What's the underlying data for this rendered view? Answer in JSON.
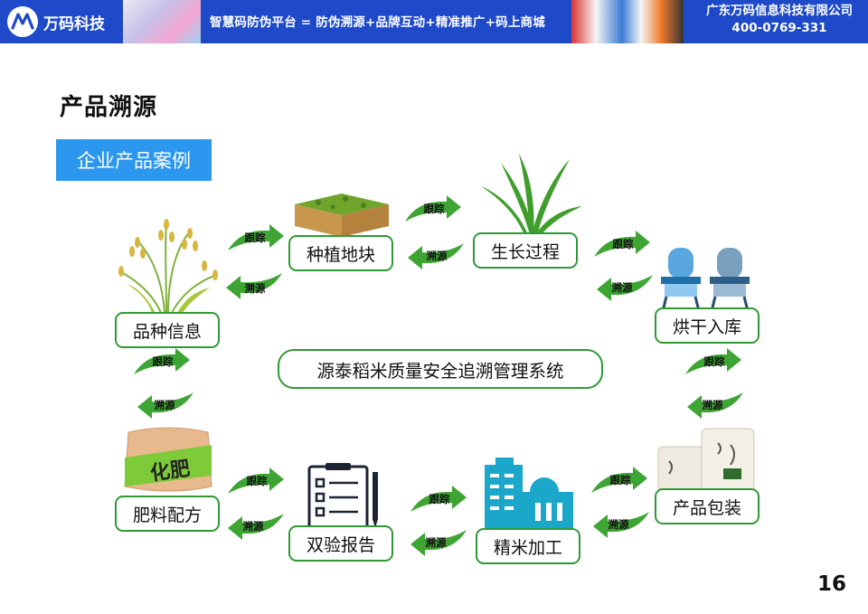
{
  "header": {
    "logo_text": "万码科技",
    "slogan": "智慧码防伪平台 = 防伪溯源+品牌互动+精准推广+码上商城",
    "company_name": "广东万码信息科技有限公司",
    "phone": "400-0769-331"
  },
  "page": {
    "title": "产品溯源",
    "case_label": "企业产品案例",
    "center_label": "源泰稻米质量安全追溯管理系统",
    "page_number": "16"
  },
  "nodes": {
    "variety": "品种信息",
    "planting": "种植地块",
    "growth": "生长过程",
    "drying": "烘干入库",
    "packaging": "产品包装",
    "processing": "精米加工",
    "report": "双验报告",
    "fertilizer": "肥料配方"
  },
  "illustrations": {
    "fertilizer_bag_text": "化肥"
  },
  "arrow_labels": {
    "track": "跟踪",
    "trace": "溯源"
  },
  "colors": {
    "header_blue": "#1e49c8",
    "badge_blue": "#2c97ee",
    "node_border": "#2f9a35",
    "arrow_green": "#3ea534"
  }
}
